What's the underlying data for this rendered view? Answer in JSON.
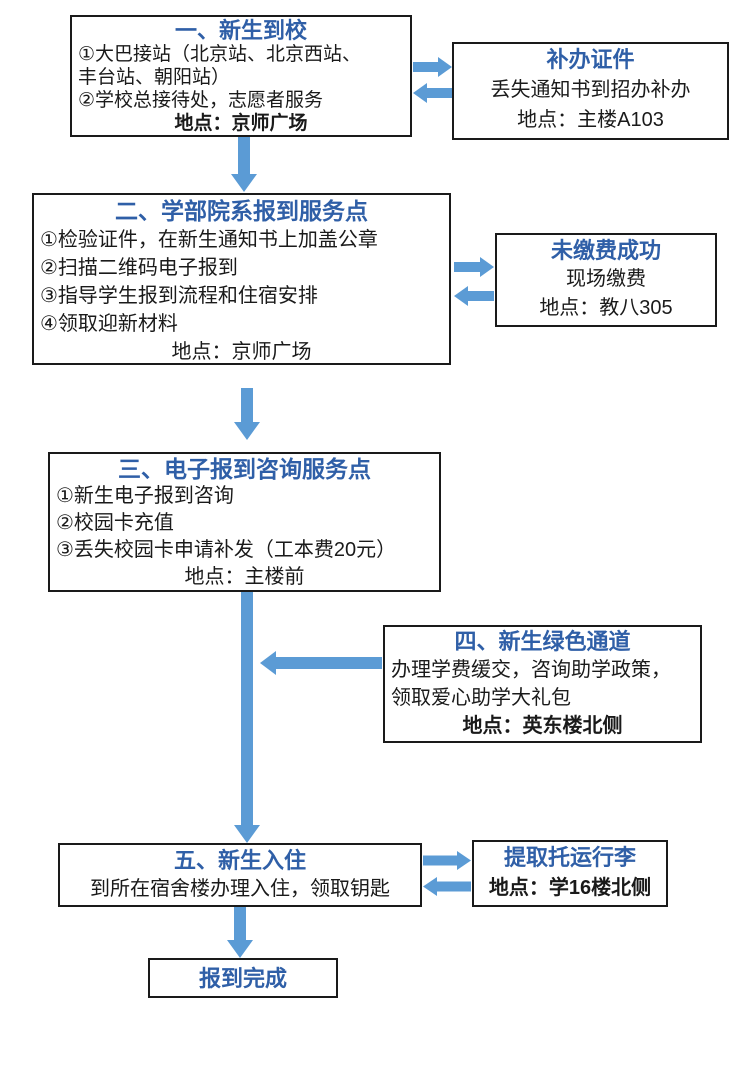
{
  "colors": {
    "title_blue": "#2f5fa7",
    "arrow_blue": "#5b9bd5",
    "body_text": "#1a1a1a",
    "box_border": "#1a1a1a",
    "page_bg": "#ffffff"
  },
  "flowchart": {
    "boxes": {
      "arrival": {
        "title": "一、新生到校",
        "lines": [
          "①大巴接站（北京站、北京西站、",
          "丰台站、朝阳站）",
          "②学校总接待处，志愿者服务"
        ],
        "location": "地点：京师广场"
      },
      "reissue_docs": {
        "title": "补办证件",
        "lines": [
          "丢失通知书到招办补办"
        ],
        "location": "地点：主楼A103"
      },
      "dept_checkin": {
        "title": "二、学部院系报到服务点",
        "lines": [
          "①检验证件，在新生通知书上加盖公章",
          "②扫描二维码电子报到",
          "③指导学生报到流程和住宿安排",
          "④领取迎新材料"
        ],
        "location": "地点：京师广场"
      },
      "payment_failed": {
        "title": "未缴费成功",
        "lines": [
          "现场缴费"
        ],
        "location": "地点：教八305"
      },
      "e_checkin": {
        "title": "三、电子报到咨询服务点",
        "lines": [
          "①新生电子报到咨询",
          "②校园卡充值",
          "③丢失校园卡申请补发（工本费20元）"
        ],
        "location": "地点：主楼前"
      },
      "green_channel": {
        "title": "四、新生绿色通道",
        "lines": [
          "办理学费缓交，咨询助学政策，",
          "领取爱心助学大礼包"
        ],
        "location": "地点：英东楼北侧"
      },
      "move_in": {
        "title": "五、新生入住",
        "lines": [
          "到所在宿舍楼办理入住，领取钥匙"
        ]
      },
      "luggage": {
        "title": "提取托运行李",
        "location": "地点：学16楼北侧"
      },
      "complete": {
        "title": "报到完成"
      }
    }
  }
}
